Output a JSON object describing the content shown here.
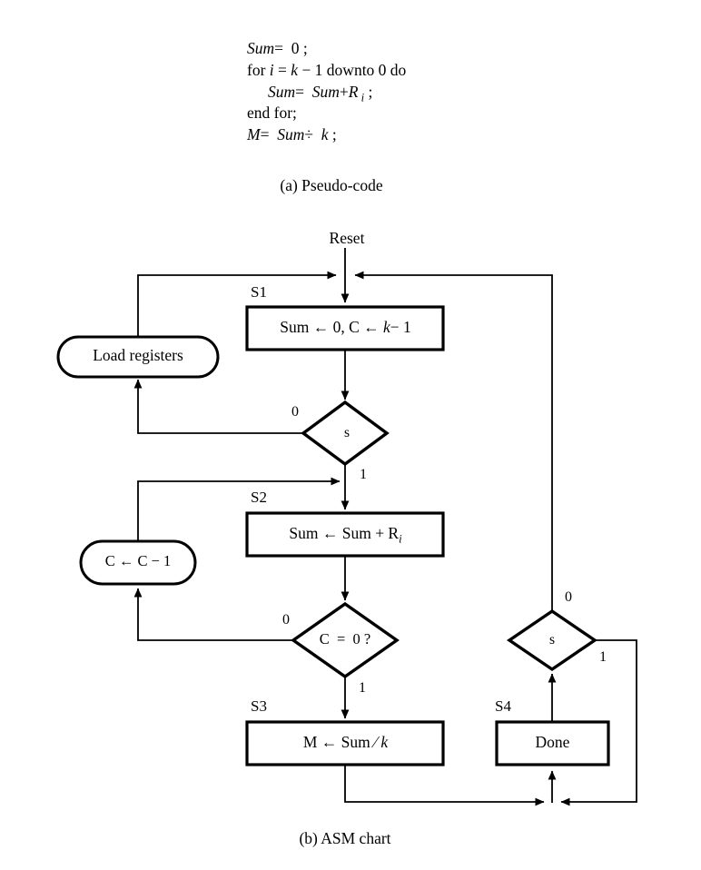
{
  "pseudocode": {
    "caption": "(a) Pseudo-code",
    "lines": [
      {
        "segments": [
          {
            "t": "Sum",
            "it": true
          },
          {
            "t": "=  0 ;",
            "it": false
          }
        ]
      },
      {
        "segments": [
          {
            "t": "for ",
            "it": false
          },
          {
            "t": "i",
            "it": true
          },
          {
            "t": " = ",
            "it": false
          },
          {
            "t": "k",
            "it": true
          },
          {
            "t": " − 1 downto 0 do",
            "it": false
          }
        ]
      },
      {
        "segments": [
          {
            "t": "Sum",
            "it": true
          },
          {
            "t": "=  ",
            "it": false
          },
          {
            "t": "Sum",
            "it": true
          },
          {
            "t": "+",
            "it": false
          },
          {
            "t": "R",
            "it": true
          },
          {
            "t": " i",
            "it": true,
            "sub": true
          },
          {
            "t": " ;",
            "it": false
          }
        ],
        "indent": true
      },
      {
        "segments": [
          {
            "t": "end for;",
            "it": false
          }
        ]
      },
      {
        "segments": [
          {
            "t": "M",
            "it": true
          },
          {
            "t": "=  ",
            "it": false
          },
          {
            "t": "Sum",
            "it": true
          },
          {
            "t": "÷  ",
            "it": false
          },
          {
            "t": "k",
            "it": true
          },
          {
            "t": " ;",
            "it": false
          }
        ]
      }
    ]
  },
  "asm": {
    "caption": "(b) ASM chart",
    "reset_label": "Reset",
    "s1": {
      "label": "S1",
      "segments": [
        {
          "t": "Sum ← 0, C ← ",
          "it": false
        },
        {
          "t": "k",
          "it": true
        },
        {
          "t": "− 1",
          "it": false
        }
      ]
    },
    "s2": {
      "label": "S2",
      "segments": [
        {
          "t": "Sum ← Sum + R",
          "it": false
        },
        {
          "t": "i",
          "it": true,
          "sub": true
        }
      ]
    },
    "s3": {
      "label": "S3",
      "segments": [
        {
          "t": "M ← Sum ⁄ ",
          "it": false
        },
        {
          "t": "k",
          "it": true
        }
      ]
    },
    "s4": {
      "label": "S4",
      "text": "Done"
    },
    "load_registers": {
      "text": "Load registers"
    },
    "decrement": {
      "text": "C ← C − 1"
    },
    "decision_s_top": {
      "text": "s",
      "label0": "0",
      "label1": "1"
    },
    "decision_c_zero": {
      "text": "C  =  0 ?",
      "label0": "0",
      "label1": "1"
    },
    "decision_s_right": {
      "text": "s",
      "label0": "0",
      "label1": "1"
    }
  },
  "colors": {
    "ink": "#000000",
    "background": "#ffffff"
  }
}
